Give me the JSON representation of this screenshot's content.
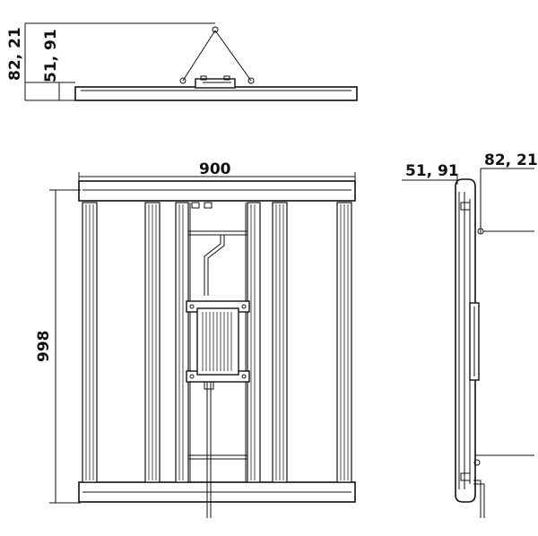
{
  "top_view": {
    "dim_total_height": "82, 21",
    "dim_body_height": "51, 91"
  },
  "front_view": {
    "dim_width": "900",
    "dim_height": "998",
    "bar_count": 6
  },
  "side_view": {
    "dim_body_height": "51, 91",
    "dim_total_height": "82, 21"
  }
}
